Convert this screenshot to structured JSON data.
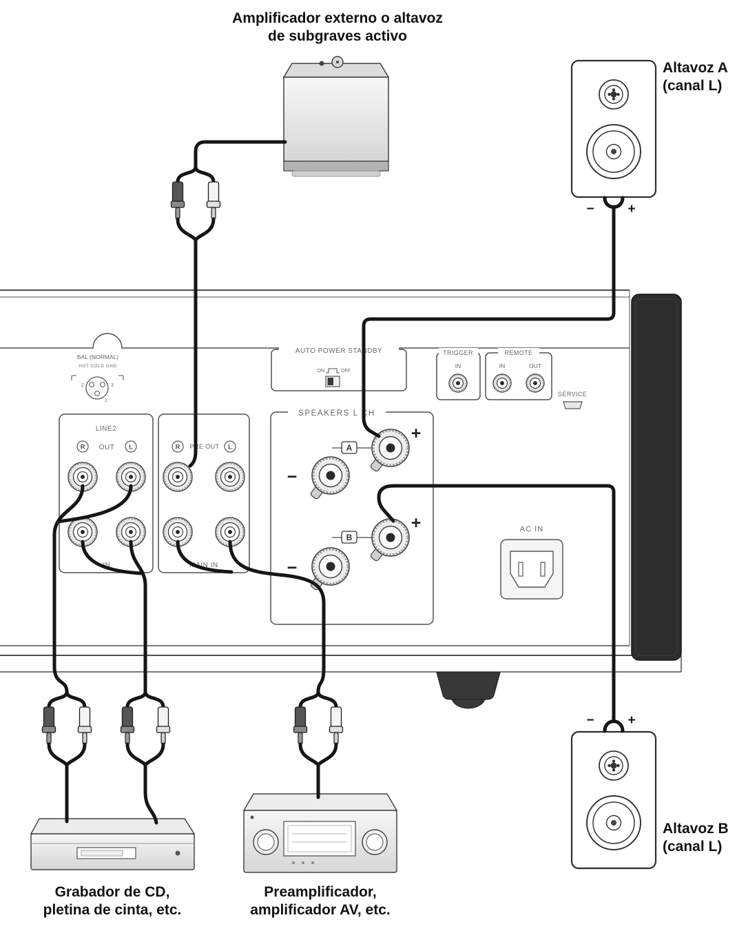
{
  "colors": {
    "cable": "#161616",
    "panel-line": "#4f4f4f",
    "panel-text": "#666666",
    "dark-bar": "#2d2d2d",
    "text": "#111111"
  },
  "labels": {
    "subwoofer_title": [
      "Amplificador externo o altavoz",
      "de subgraves activo"
    ],
    "speaker_a": [
      "Altavoz A",
      "(canal L)"
    ],
    "speaker_b": [
      "Altavoz B",
      "(canal L)"
    ],
    "cd_recorder": [
      "Grabador de CD,",
      "pletina de cinta, etc."
    ],
    "preamp": [
      "Preamplificador,",
      "amplificador AV, etc."
    ]
  },
  "panel": {
    "bal_title": "BAL (NORMAL)",
    "bal_pins": "HOT  COLD  GND",
    "bal_pin2": "2",
    "bal_pin3": "3",
    "bal_pin1": "1",
    "auto_power_standby": "AUTO POWER STANDBY",
    "switch_on": "ON",
    "switch_off": "OFF",
    "trigger": "TRIGGER",
    "trigger_in": "IN",
    "remote": "REMOTE",
    "remote_in": "IN",
    "remote_out": "OUT",
    "service": "SERVICE",
    "speakers_title": "SPEAKERS L CH",
    "group_a": "A",
    "group_b": "B",
    "line2": "LINE2",
    "line2_out": "OUT",
    "line2_in": "IN",
    "pre_out": "PRE OUT",
    "main_in": "MAIN IN",
    "r": "R",
    "l": "L",
    "ac_in": "AC IN"
  },
  "signs": {
    "plus": "+",
    "minus": "−"
  }
}
